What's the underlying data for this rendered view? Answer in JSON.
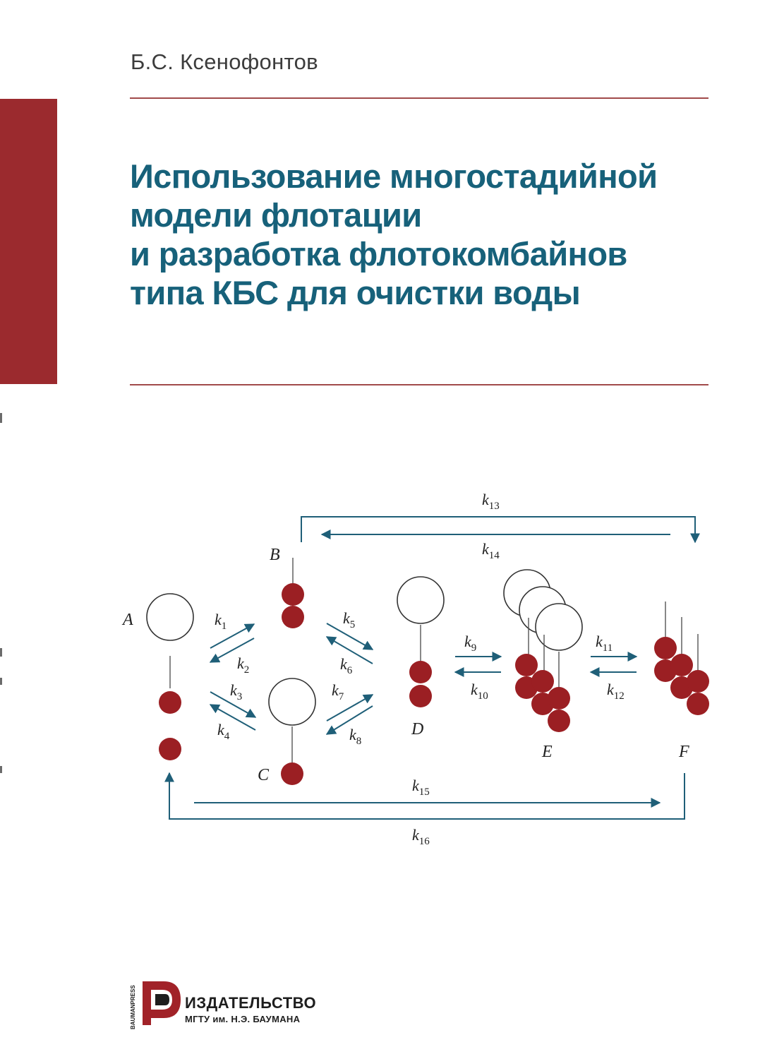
{
  "cover": {
    "author": "Б.С. Ксенофонтов",
    "title_lines": [
      "Использование многостадийной",
      "модели флотации",
      "и разработка флотокомбайнов",
      "типа КБС для очистки воды"
    ],
    "colors": {
      "title": "#17617a",
      "accent": "#9b2a2e",
      "rule": "#a14a4a",
      "arrow": "#1f5f78",
      "particle": "#9b1f23"
    }
  },
  "scheme": {
    "nodes": [
      "A",
      "B",
      "C",
      "D",
      "E",
      "F"
    ],
    "rates": [
      "k",
      "1",
      "2",
      "3",
      "4",
      "5",
      "6",
      "7",
      "8",
      "9",
      "10",
      "11",
      "12",
      "13",
      "14",
      "15",
      "16"
    ]
  },
  "publisher": {
    "line1": "ИЗДАТЕЛЬСТВО",
    "line2": "МГТУ им. Н.Э. БАУМАНА",
    "vertical": "BAUMANPRESS"
  }
}
